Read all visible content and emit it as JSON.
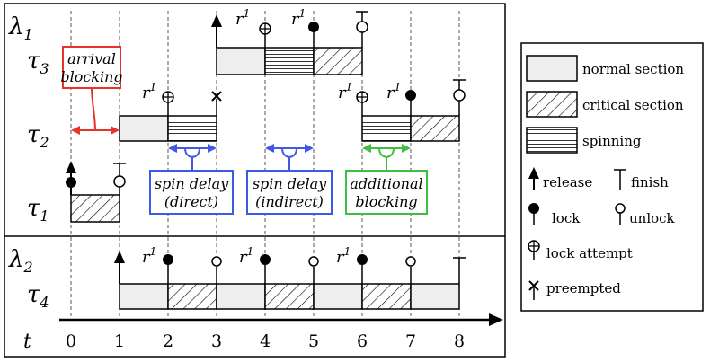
{
  "processors": [
    {
      "label": "λ",
      "sub": "1"
    },
    {
      "label": "λ",
      "sub": "2"
    }
  ],
  "tasks": [
    {
      "label": "τ",
      "sub": "3"
    },
    {
      "label": "τ",
      "sub": "2"
    },
    {
      "label": "τ",
      "sub": "1"
    },
    {
      "label": "τ",
      "sub": "4"
    }
  ],
  "axis": {
    "label": "t",
    "ticks": [
      "0",
      "1",
      "2",
      "3",
      "4",
      "5",
      "6",
      "7",
      "8"
    ]
  },
  "resource": {
    "label": "r",
    "sup": "1"
  },
  "annotations": {
    "arrival": {
      "line1": "arrival",
      "line2": "blocking",
      "color": "#e8332a"
    },
    "spin_direct": {
      "line1": "spin delay",
      "line2": "(direct)",
      "color": "#3f58e8"
    },
    "spin_indirect": {
      "line1": "spin delay",
      "line2": "(indirect)",
      "color": "#3f58e8"
    },
    "additional": {
      "line1": "additional",
      "line2": "blocking",
      "color": "#3fbf3f"
    }
  },
  "legend": {
    "normal": "normal section",
    "critical": "critical section",
    "spinning": "spinning",
    "release": "release",
    "finish": "finish",
    "lock": "lock",
    "unlock": "unlock",
    "lock_attempt": "lock attempt",
    "preempted": "preempted"
  },
  "colors": {
    "normal_fill": "#eeeeee",
    "line": "#000000",
    "grid": "#555555"
  }
}
